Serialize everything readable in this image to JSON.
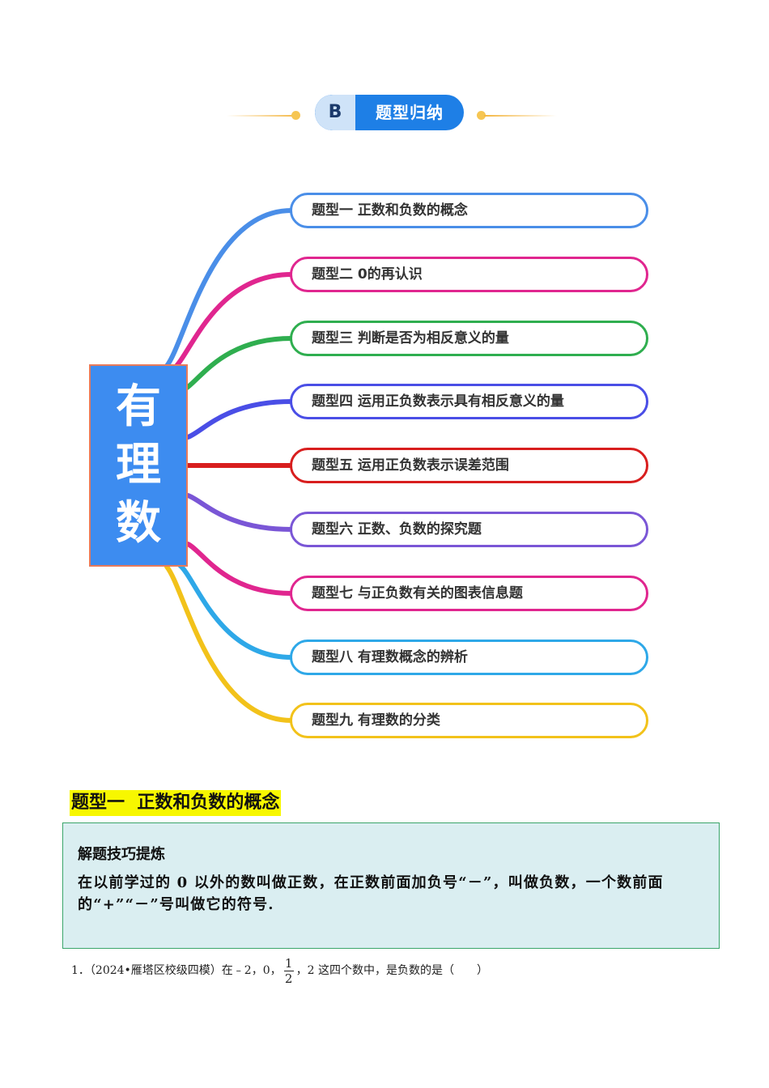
{
  "section": {
    "letter": "B",
    "title": "题型归纳"
  },
  "mindmap": {
    "center": [
      "有",
      "理",
      "数"
    ],
    "topics": [
      {
        "label": "题型一  正数和负数的概念",
        "color": "#4a8ee8"
      },
      {
        "label": "题型二   0的再认识",
        "color": "#e0268f"
      },
      {
        "label": "题型三  判断是否为相反意义的量",
        "color": "#2fae4f"
      },
      {
        "label": "题型四  运用正负数表示具有相反意义的量",
        "color": "#4a4ee6"
      },
      {
        "label": "题型五  运用正负数表示误差范围",
        "color": "#d81e1e"
      },
      {
        "label": "题型六   正数、负数的探究题",
        "color": "#7a56d6"
      },
      {
        "label": "题型七   与正负数有关的图表信息题",
        "color": "#e0268f"
      },
      {
        "label": "题型八  有理数概念的辨析",
        "color": "#2ea8e8"
      },
      {
        "label": "题型九  有理数的分类",
        "color": "#f2c21a"
      }
    ]
  },
  "heading": "题型一  正数和负数的概念",
  "tip": {
    "title": "解题技巧提炼",
    "text": "在以前学过的 0 以外的数叫做正数，在正数前面加负号“－”，叫做负数，一个数前面的“+”“－”号叫做它的符号."
  },
  "question": {
    "prefix": "1．（2024•雁塔区校级四模）在﹣2，0，",
    "frac_num": "1",
    "frac_den": "2",
    "suffix": "，2 这四个数中，是负数的是（　　）"
  }
}
